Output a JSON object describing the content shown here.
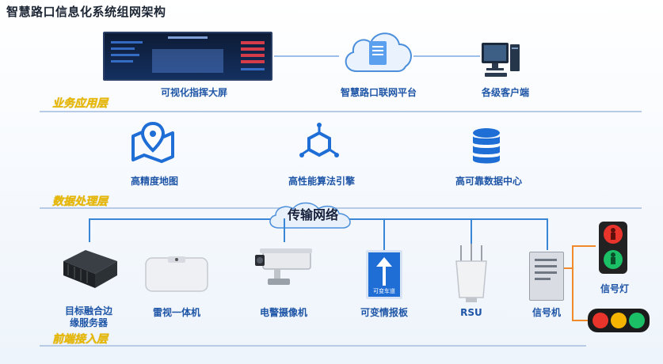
{
  "page_title": "智慧路口信息化系统组网架构",
  "layers": {
    "application": "业务应用层",
    "processing": "数据处理层",
    "frontend": "前端接入层"
  },
  "application": {
    "screen": "可视化指挥大屏",
    "platform": "智慧路口联网平台",
    "client": "各级客户端"
  },
  "processing": {
    "map": "高精度地图",
    "engine": "高性能算法引擎",
    "datacenter": "高可靠数据中心"
  },
  "network": "传输网络",
  "devices": {
    "edge_line1": "目标融合边",
    "edge_line2": "缘服务器",
    "radar": "雷视一体机",
    "camera": "电警摄像机",
    "vms": "可变情报板",
    "vms_inner": "可变车道",
    "rsu": "RSU",
    "signal_machine": "信号机",
    "signal_light": "信号灯"
  },
  "colors": {
    "primary": "#1e55a6",
    "layer_label": "#e8b800",
    "wire": "#3a86d6",
    "cloud": "#4b8fdc",
    "signal_line": "#f08a2a"
  }
}
